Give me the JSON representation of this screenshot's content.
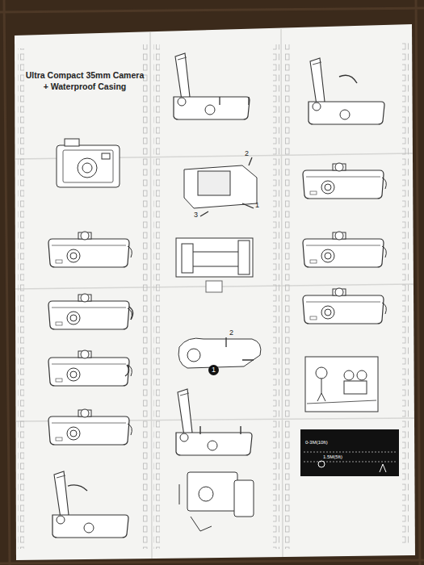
{
  "diagram": {
    "title": "Ultra Compact 35mm Camera + Waterproof Casing",
    "labels": [
      "2",
      "3",
      "1",
      "2",
      "1",
      "0-3M(10ft)",
      "1.5M(5ft)"
    ]
  }
}
